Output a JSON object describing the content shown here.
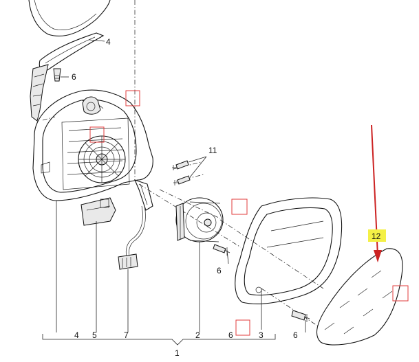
{
  "callouts": {
    "c1": "1",
    "c2": "2",
    "c3": "3",
    "c4_top": "4",
    "c4_bottom": "4",
    "c5": "5",
    "c6_top": "6",
    "c6_motor": "6",
    "c6_bottom": "6",
    "c6_glass": "6",
    "c7": "7",
    "c11": "11",
    "c12": "12"
  },
  "colors": {
    "marker_box": "#e23b3b",
    "arrow": "#cc2222",
    "highlight": "#f4f046",
    "line": "#111111"
  },
  "icons": [
    "red-marker-box",
    "red-arrow",
    "yellow-highlight"
  ]
}
